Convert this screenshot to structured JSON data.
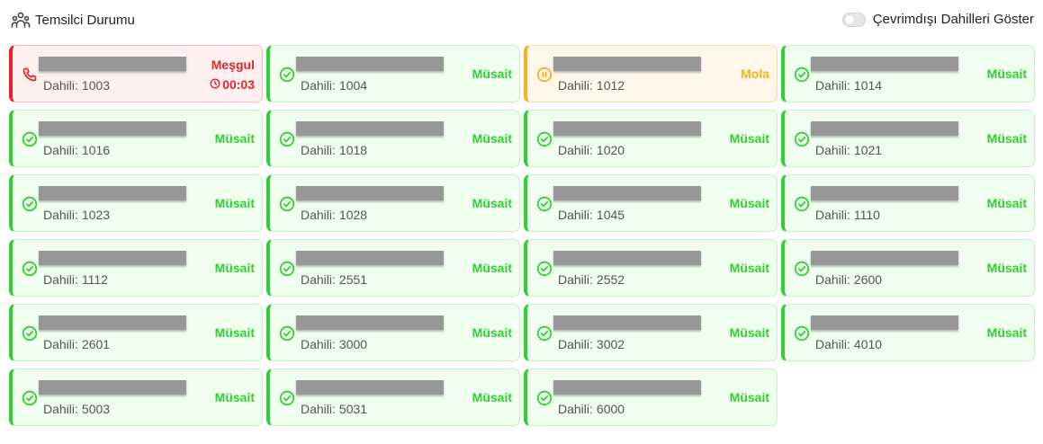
{
  "header": {
    "title": "Temsilci Durumu",
    "title_icon": "users-icon",
    "toggle_label": "Çevrimdışı Dahilleri Göster",
    "toggle_on": false
  },
  "ext_label": "Dahili:",
  "colors": {
    "available": "#2fd12f",
    "busy": "#e0262c",
    "break": "#f5b21c"
  },
  "agents": [
    {
      "ext": "1003",
      "state": "busy",
      "status": "Meşgul",
      "timer": "00:03",
      "icon": "phone-icon"
    },
    {
      "ext": "1004",
      "state": "available",
      "status": "Müsait",
      "icon": "check-circle-icon"
    },
    {
      "ext": "1012",
      "state": "break",
      "status": "Mola",
      "icon": "pause-circle-icon"
    },
    {
      "ext": "1014",
      "state": "available",
      "status": "Müsait",
      "icon": "check-circle-icon"
    },
    {
      "ext": "1016",
      "state": "available",
      "status": "Müsait",
      "icon": "check-circle-icon"
    },
    {
      "ext": "1018",
      "state": "available",
      "status": "Müsait",
      "icon": "check-circle-icon"
    },
    {
      "ext": "1020",
      "state": "available",
      "status": "Müsait",
      "icon": "check-circle-icon"
    },
    {
      "ext": "1021",
      "state": "available",
      "status": "Müsait",
      "icon": "check-circle-icon"
    },
    {
      "ext": "1023",
      "state": "available",
      "status": "Müsait",
      "icon": "check-circle-icon"
    },
    {
      "ext": "1028",
      "state": "available",
      "status": "Müsait",
      "icon": "check-circle-icon"
    },
    {
      "ext": "1045",
      "state": "available",
      "status": "Müsait",
      "icon": "check-circle-icon"
    },
    {
      "ext": "1110",
      "state": "available",
      "status": "Müsait",
      "icon": "check-circle-icon"
    },
    {
      "ext": "1112",
      "state": "available",
      "status": "Müsait",
      "icon": "check-circle-icon"
    },
    {
      "ext": "2551",
      "state": "available",
      "status": "Müsait",
      "icon": "check-circle-icon"
    },
    {
      "ext": "2552",
      "state": "available",
      "status": "Müsait",
      "icon": "check-circle-icon"
    },
    {
      "ext": "2600",
      "state": "available",
      "status": "Müsait",
      "icon": "check-circle-icon"
    },
    {
      "ext": "2601",
      "state": "available",
      "status": "Müsait",
      "icon": "check-circle-icon"
    },
    {
      "ext": "3000",
      "state": "available",
      "status": "Müsait",
      "icon": "check-circle-icon"
    },
    {
      "ext": "3002",
      "state": "available",
      "status": "Müsait",
      "icon": "check-circle-icon"
    },
    {
      "ext": "4010",
      "state": "available",
      "status": "Müsait",
      "icon": "check-circle-icon"
    },
    {
      "ext": "5003",
      "state": "available",
      "status": "Müsait",
      "icon": "check-circle-icon"
    },
    {
      "ext": "5031",
      "state": "available",
      "status": "Müsait",
      "icon": "check-circle-icon"
    },
    {
      "ext": "6000",
      "state": "available",
      "status": "Müsait",
      "icon": "check-circle-icon"
    }
  ]
}
